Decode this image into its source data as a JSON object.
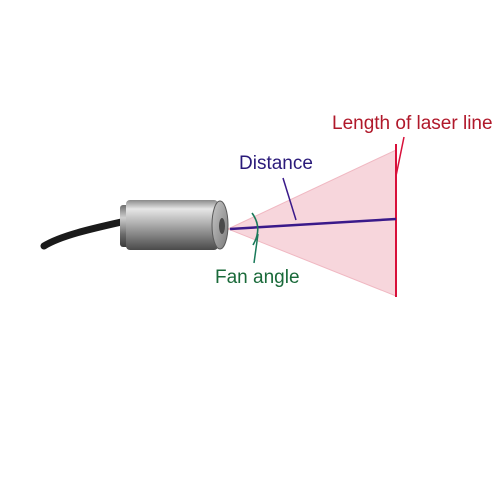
{
  "labels": {
    "length_of_laser_line": "Length of laser line",
    "distance": "Distance",
    "fan_angle": "Fan angle"
  },
  "colors": {
    "length_label": "#b0182a",
    "distance_label": "#2a1a7a",
    "fan_label": "#1a6a3a",
    "laser_fan_fill": "#f7d6dc",
    "laser_line": "#d8103a",
    "distance_line": "#3a1a8a",
    "angle_arc": "#1a7a5a",
    "cable": "#1a1a1a",
    "sensor_body": "#a8a8a8"
  },
  "icons": {
    "sensor": "cylindrical-laser-sensor-icon"
  }
}
